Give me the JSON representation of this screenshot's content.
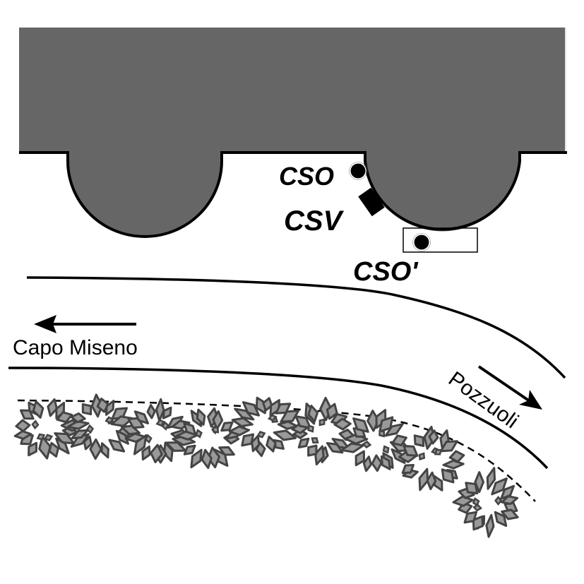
{
  "diagram": {
    "structure": {
      "fill_color": "#666666",
      "outline_color": "#000000"
    },
    "markers": {
      "cso": {
        "label": "CSO",
        "shape": "circle"
      },
      "csv": {
        "label": "CSV",
        "shape": "square"
      },
      "cso_prime": {
        "label": "CSO'",
        "shape": "circle"
      }
    },
    "directions": {
      "west": {
        "label": "Capo Miseno",
        "icon": "arrow-left-icon"
      },
      "east": {
        "label": "Pozzuoli",
        "icon": "arrow-down-right-icon"
      }
    },
    "breakwater": {
      "rock_fill": "#999999",
      "rock_stroke": "#444444",
      "ring_count": 9
    }
  }
}
